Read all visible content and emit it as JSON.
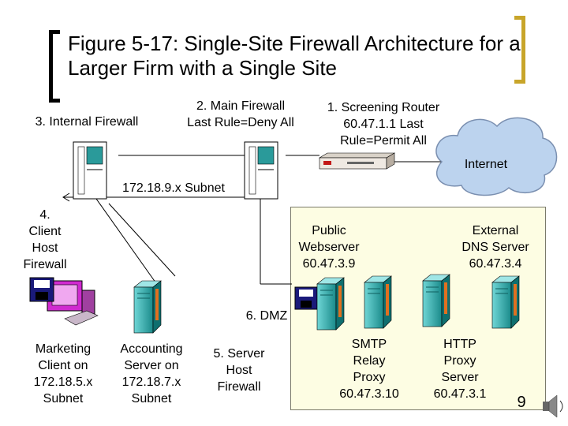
{
  "slide": {
    "title": "Figure 5-17: Single-Site Firewall Architecture for a Larger Firm with a Single Site",
    "page_number": "9"
  },
  "labels": {
    "internal_firewall": "3. Internal Firewall",
    "main_firewall": "2. Main Firewall\nLast Rule=Deny All",
    "screening_router": "1. Screening Router\n60.47.1.1 Last\nRule=Permit All",
    "internet": "Internet",
    "subnet": "172.18.9.x Subnet",
    "client_host_firewall": "4.\nClient\nHost\nFirewall",
    "public_webserver": "Public\nWebserver\n60.47.3.9",
    "external_dns": "External\nDNS Server\n60.47.3.4",
    "dmz": "6. DMZ",
    "marketing_client": "Marketing\nClient on\n172.18.5.x\nSubnet",
    "accounting_server": "Accounting\nServer on\n172.18.7.x\nSubnet",
    "server_host_firewall": "5. Server\nHost\nFirewall",
    "smtp_relay": "SMTP\nRelay\nProxy\n60.47.3.10",
    "http_proxy": "HTTP\nProxy\nServer\n60.47.3.1"
  },
  "colors": {
    "dmz_fill": "#fdfde3",
    "cloud": "#bcd3ee",
    "server_teal": "#22a3a3",
    "server_orange": "#e07020",
    "title_bracket_right": "#c8a52a"
  },
  "icons": [
    "tower-server-icon",
    "router-icon",
    "cloud-icon",
    "server-icon",
    "workstation-icon",
    "floppy-disk-icon",
    "speaker-icon"
  ]
}
